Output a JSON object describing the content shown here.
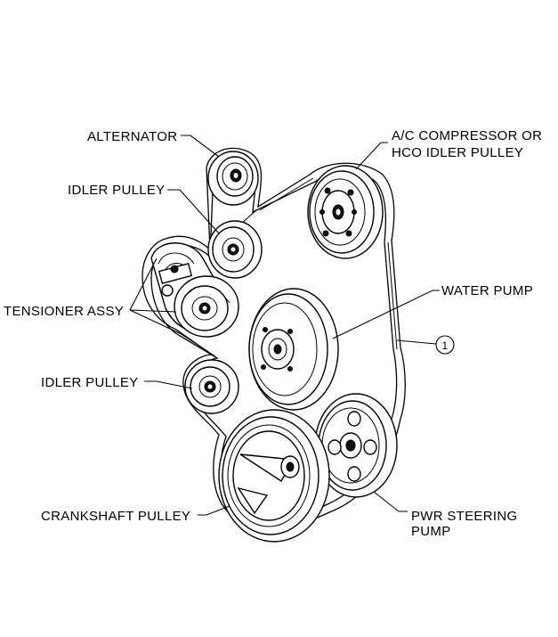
{
  "labels": {
    "alternator": "ALTERNATOR",
    "ac_compressor_line1": "A/C COMPRESSOR OR",
    "ac_compressor_line2": "HCO IDLER PULLEY",
    "idler_pulley_upper": "IDLER PULLEY",
    "water_pump": "WATER PUMP",
    "tensioner": "TENSIONER ASSY",
    "belt_callout": "1",
    "idler_pulley_lower": "IDLER PULLEY",
    "crankshaft": "CRANKSHAFT PULLEY",
    "power_steering_line1": "PWR STEERING",
    "power_steering_line2": "PUMP"
  }
}
